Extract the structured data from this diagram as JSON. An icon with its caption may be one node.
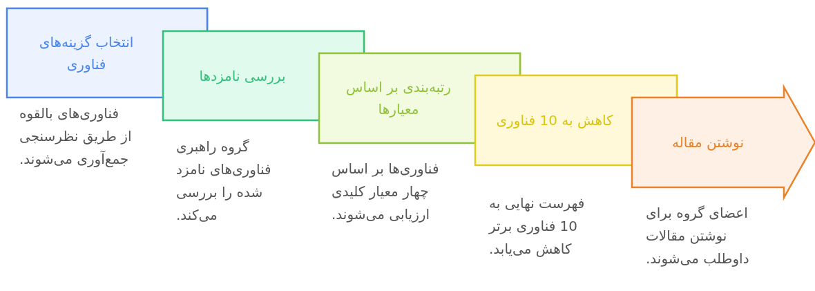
{
  "diagram": {
    "nodes": [
      {
        "text": [
          "انتخاب گزینه‌های فناوری"
        ],
        "beside": [
          "فناوری‌های بالقوه از طریق نظرسنجی جمع‌آوری می‌شوند."
        ]
      },
      {
        "text": [
          "بررسی نامزدها"
        ],
        "beside": [
          "گروه راهبری فناوری‌های نامزد شده را بررسی می‌کند."
        ]
      },
      {
        "text": [
          "رتبه‌بندی بر اساس معیارها"
        ],
        "beside": [
          "فناوری‌ها بر اساس چهار معیار کلیدی ارزیابی می‌شوند."
        ]
      },
      {
        "text": [
          "کاهش به 10 فناوری"
        ],
        "beside": [
          "فهرست نهایی به 10 فناوری برتر کاهش می‌یابد."
        ]
      },
      {
        "text": [
          "نوشتن مقاله"
        ],
        "beside": [
          "اعضای گروه برای نوشتن مقالات داوطلب می‌شوند."
        ]
      }
    ]
  }
}
